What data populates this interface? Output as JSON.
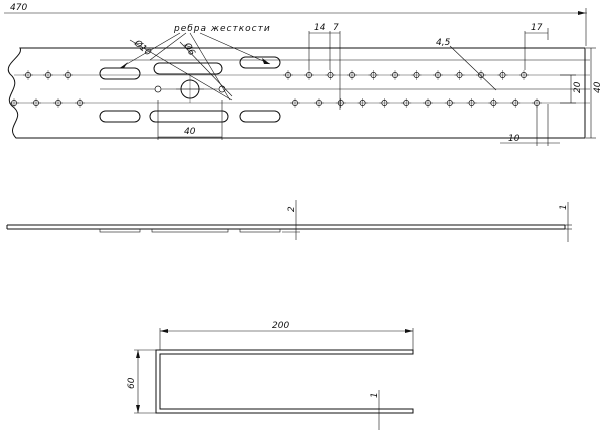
{
  "drawing": {
    "note_label": "ребра жесткости",
    "dims": {
      "overall_length": "470",
      "hole_pitch": "14",
      "hole_offset": "7",
      "slot_dia": "Ø10",
      "hole_dia": "Ø6",
      "small_hole": "4,5",
      "end_offset": "17",
      "row_spacing": "20",
      "strip_width": "40",
      "edge_offset": "10",
      "big_hole_spacing": "40",
      "rib_height": "2",
      "thickness": "1",
      "bracket_length": "200",
      "bracket_height": "60",
      "bracket_thickness": "1"
    }
  }
}
